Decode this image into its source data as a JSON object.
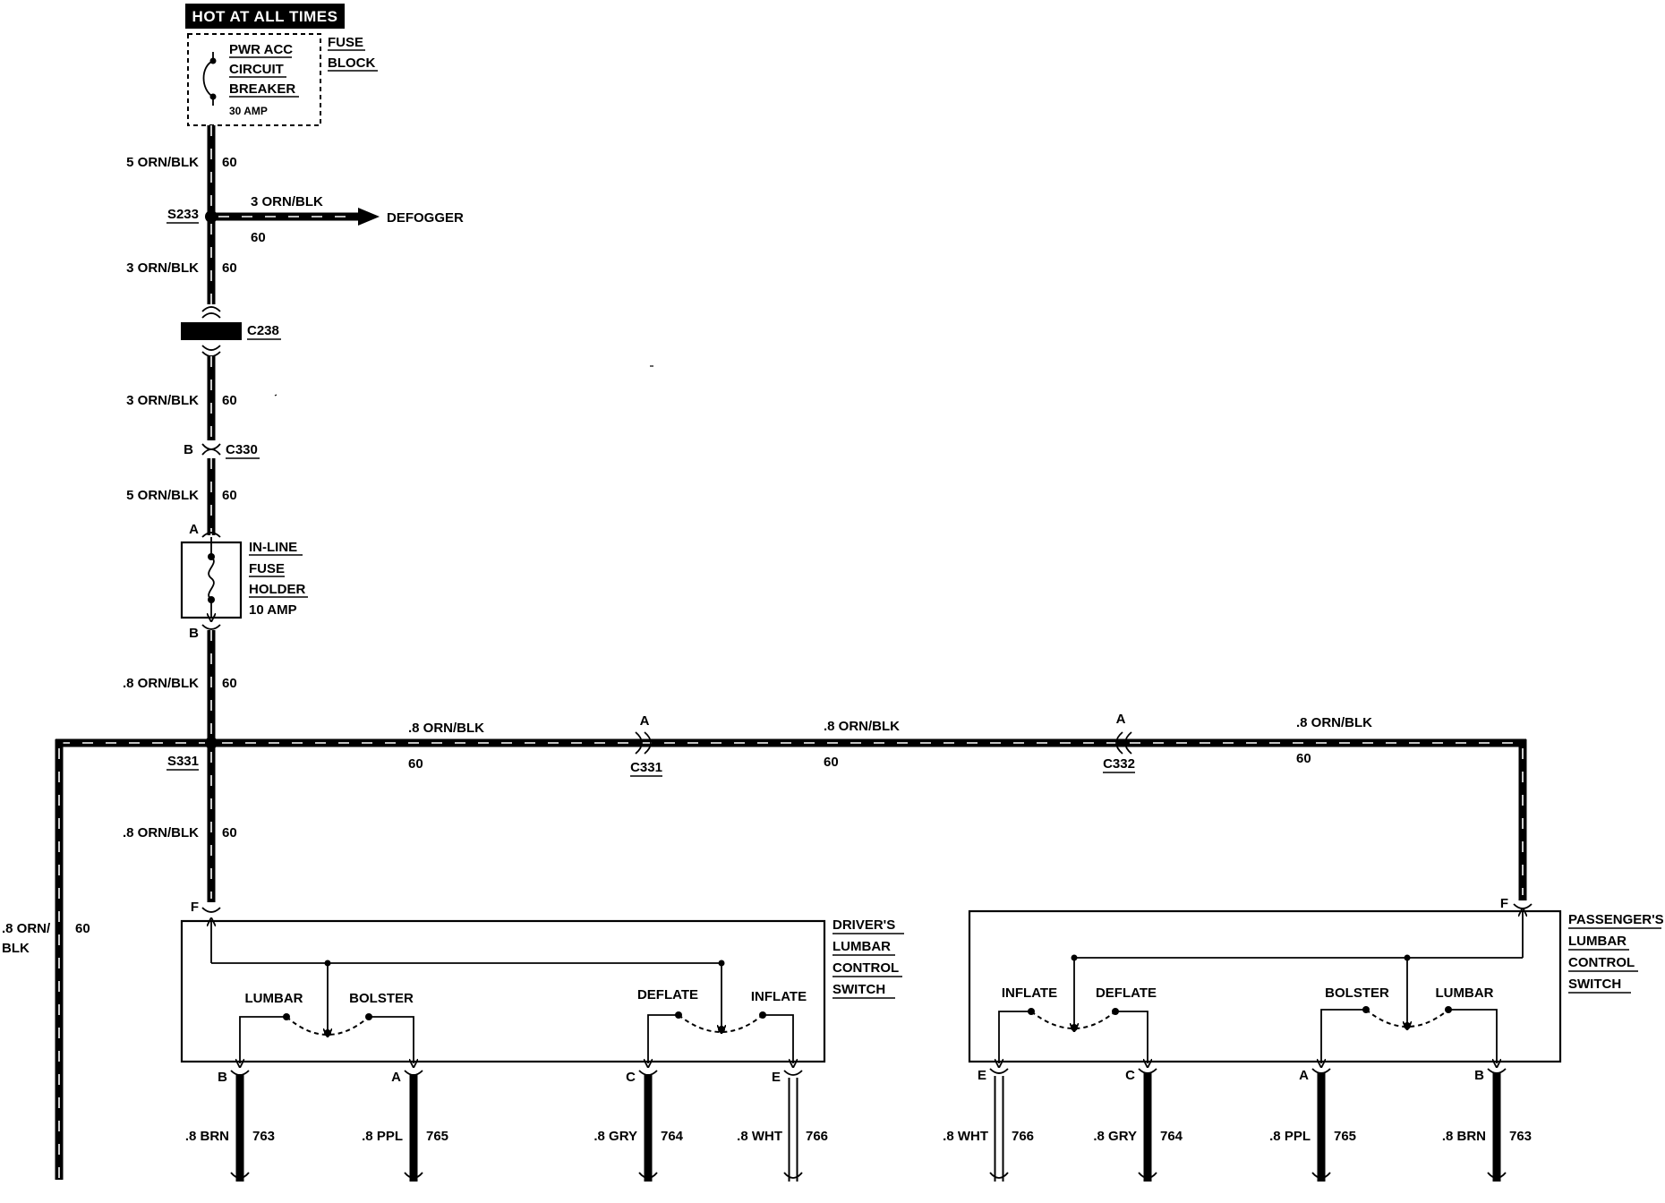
{
  "header": {
    "title": "HOT AT ALL TIMES"
  },
  "fuse_block": {
    "breaker_line1": "PWR ACC",
    "breaker_line2": "CIRCUIT",
    "breaker_line3": "BREAKER",
    "rating": "30 AMP",
    "name_line1": "FUSE",
    "name_line2": "BLOCK"
  },
  "wires": {
    "w1_size": "5 ORN/BLK",
    "w1_circuit": "60",
    "defogger_size": "3 ORN/BLK",
    "defogger_circuit": "60",
    "defogger_dest": "DEFOGGER",
    "w2_size": "3 ORN/BLK",
    "w2_circuit": "60",
    "w3_size": "3 ORN/BLK",
    "w3_circuit": "60",
    "w4_size": "5 ORN/BLK",
    "w4_circuit": "60",
    "w5_size": ".8 ORN/BLK",
    "w5_circuit": "60",
    "bus1_size": ".8 ORN/BLK",
    "bus1_circuit": "60",
    "bus2_size": ".8 ORN/BLK",
    "bus2_circuit": "60",
    "bus3_size": ".8 ORN/BLK",
    "bus3_circuit": "60",
    "drop_size": ".8 ORN/BLK",
    "drop_circuit": "60",
    "left_size_line1": ".8 ORN/",
    "left_size_line2": "BLK",
    "left_circuit": "60"
  },
  "splices": {
    "s233": "S233",
    "s331": "S331"
  },
  "connectors": {
    "c238": "C238",
    "c330": "C330",
    "c330_pin": "B",
    "c331": "C331",
    "c331_pin": "A",
    "c332": "C332",
    "c332_pin": "A"
  },
  "inline_fuse": {
    "line1": "IN-LINE",
    "line2": "FUSE",
    "line3": "HOLDER",
    "rating": "10 AMP",
    "pin_top": "A",
    "pin_bottom": "B"
  },
  "driver_switch": {
    "line1": "DRIVER'S",
    "line2": "LUMBAR",
    "line3": "CONTROL",
    "line4": "SWITCH",
    "pin_f": "F",
    "lumbar": "LUMBAR",
    "bolster": "BOLSTER",
    "deflate": "DEFLATE",
    "inflate": "INFLATE",
    "outputs": [
      {
        "pin": "B",
        "size": ".8 BRN",
        "circuit": "763"
      },
      {
        "pin": "A",
        "size": ".8 PPL",
        "circuit": "765"
      },
      {
        "pin": "C",
        "size": ".8 GRY",
        "circuit": "764"
      },
      {
        "pin": "E",
        "size": ".8 WHT",
        "circuit": "766"
      }
    ]
  },
  "passenger_switch": {
    "line1": "PASSENGER'S",
    "line2": "LUMBAR",
    "line3": "CONTROL",
    "line4": "SWITCH",
    "pin_f": "F",
    "inflate": "INFLATE",
    "deflate": "DEFLATE",
    "bolster": "BOLSTER",
    "lumbar": "LUMBAR",
    "outputs": [
      {
        "pin": "E",
        "size": ".8 WHT",
        "circuit": "766"
      },
      {
        "pin": "C",
        "size": ".8 GRY",
        "circuit": "764"
      },
      {
        "pin": "A",
        "size": ".8 PPL",
        "circuit": "765"
      },
      {
        "pin": "B",
        "size": ".8 BRN",
        "circuit": "763"
      }
    ]
  }
}
